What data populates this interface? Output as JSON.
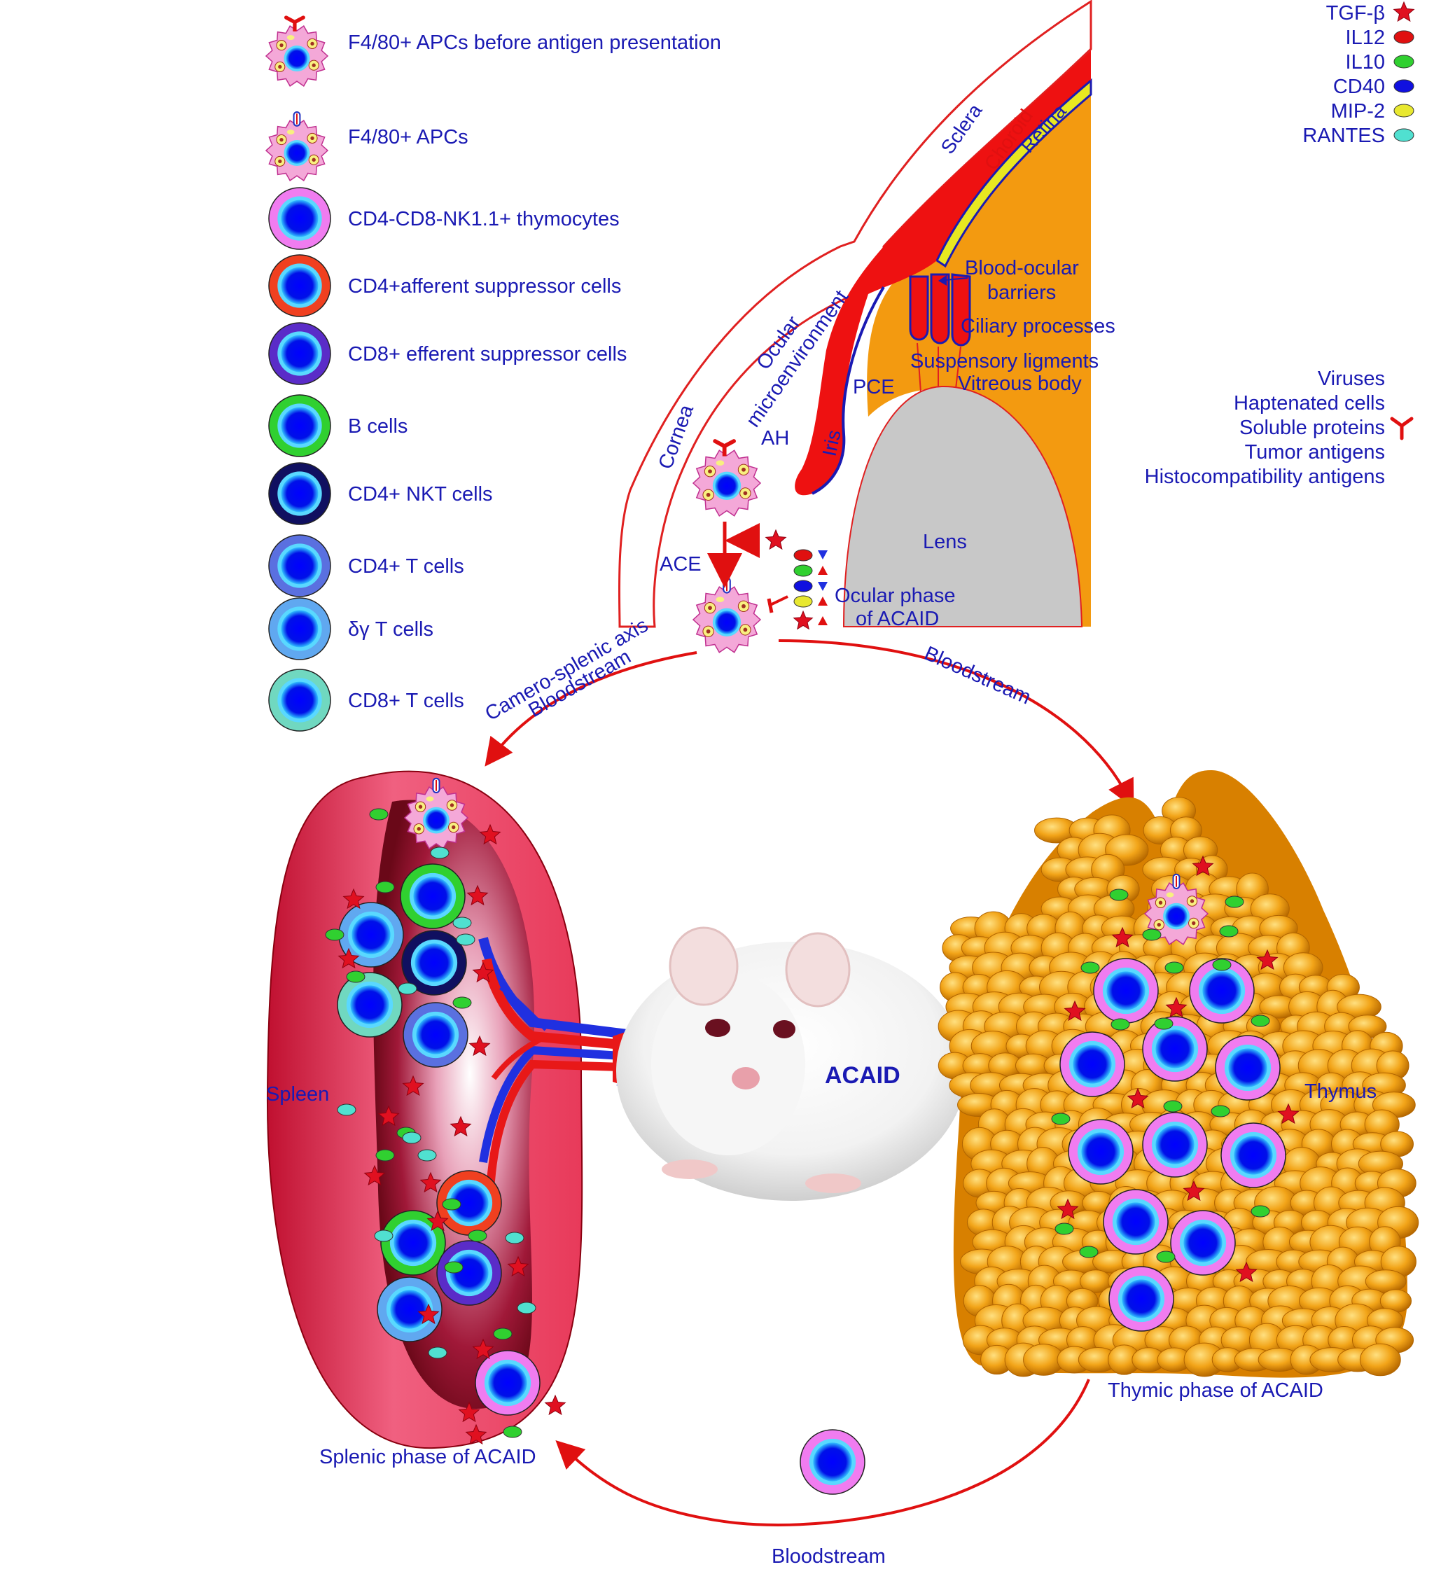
{
  "colors": {
    "label_blue": "#1a1ab3",
    "arrow_red": "#e01010",
    "sclera_outline": "#e02020",
    "choroid_red": "#ee1111",
    "retina_yellow": "#e8e820",
    "vitreous_orange": "#f39a10",
    "lens_gray": "#c8c8c8",
    "spleen_pink": "#e83a5a",
    "thymus_orange": "#f0a020"
  },
  "legend_cells": [
    {
      "label": "F4/80+ APCs before antigen presentation",
      "icon": "apc-cell-icon"
    },
    {
      "label": "F4/80+ APCs",
      "icon": "apc-cell-icon"
    },
    {
      "label": "CD4-CD8-NK1.1+ thymocytes",
      "icon": "thymocyte-cell-icon",
      "ring": "#f07cf0"
    },
    {
      "label": "CD4+afferent suppressor cells",
      "icon": "afferent-suppressor-cell-icon",
      "ring": "#f04020"
    },
    {
      "label": "CD8+ efferent suppressor cells",
      "icon": "efferent-suppressor-cell-icon",
      "ring": "#5a2cc8"
    },
    {
      "label": "B cells",
      "icon": "b-cell-icon",
      "ring": "#30d030"
    },
    {
      "label": "CD4+ NKT cells",
      "icon": "nkt-cell-icon",
      "ring": "#101060"
    },
    {
      "label": "CD4+ T cells",
      "icon": "cd4-t-cell-icon",
      "ring": "#5a70e0"
    },
    {
      "label": "δγ T cells",
      "icon": "gamma-delta-t-cell-icon",
      "ring": "#60a8f0"
    },
    {
      "label": "CD8+ T cells",
      "icon": "cd8-t-cell-icon",
      "ring": "#70d8c0"
    }
  ],
  "legend_cytokines": [
    {
      "label": "TGF-β",
      "icon": "star-icon",
      "color": "#e01020"
    },
    {
      "label": "IL12",
      "icon": "red-oval-icon",
      "color": "#e01010"
    },
    {
      "label": "IL10",
      "icon": "green-oval-icon",
      "color": "#30d030"
    },
    {
      "label": "CD40",
      "icon": "blue-oval-icon",
      "color": "#1010e0"
    },
    {
      "label": "MIP-2",
      "icon": "yellow-oval-icon",
      "color": "#e8e830"
    },
    {
      "label": "RANTES",
      "icon": "cyan-oval-icon",
      "color": "#50e0d0"
    }
  ],
  "antigens": [
    "Viruses",
    "Haptenated cells",
    "Soluble proteins",
    "Tumor antigens",
    "Histocompatibility antigens"
  ],
  "eye": {
    "sclera": "Sclera",
    "choroid": "Choroid",
    "retina": "Retina",
    "blood_ocular": [
      "Blood-ocular",
      "barriers"
    ],
    "ciliary": "Ciliary processes",
    "suspensory": "Suspensory ligments",
    "vitreous": "Vitreous body",
    "ocular_micro": [
      "Ocular",
      "microenvironment"
    ],
    "pce": "PCE",
    "cornea": "Cornea",
    "iris": "Iris",
    "ah": "AH",
    "ace": "ACE",
    "lens": "Lens",
    "ocular_phase": [
      "Ocular phase",
      "of ACAID"
    ]
  },
  "flow": {
    "camero_splenic": [
      "Camero-splenic axis",
      "Bloodstream"
    ],
    "bloodstream_right": "Bloodstream",
    "bloodstream_bottom": "Bloodstream",
    "spleen": "Spleen",
    "thymus": "Thymus",
    "acaid": "ACAID",
    "splenic_phase": "Splenic phase of ACAID",
    "thymic_phase": "Thymic phase of ACAID"
  }
}
